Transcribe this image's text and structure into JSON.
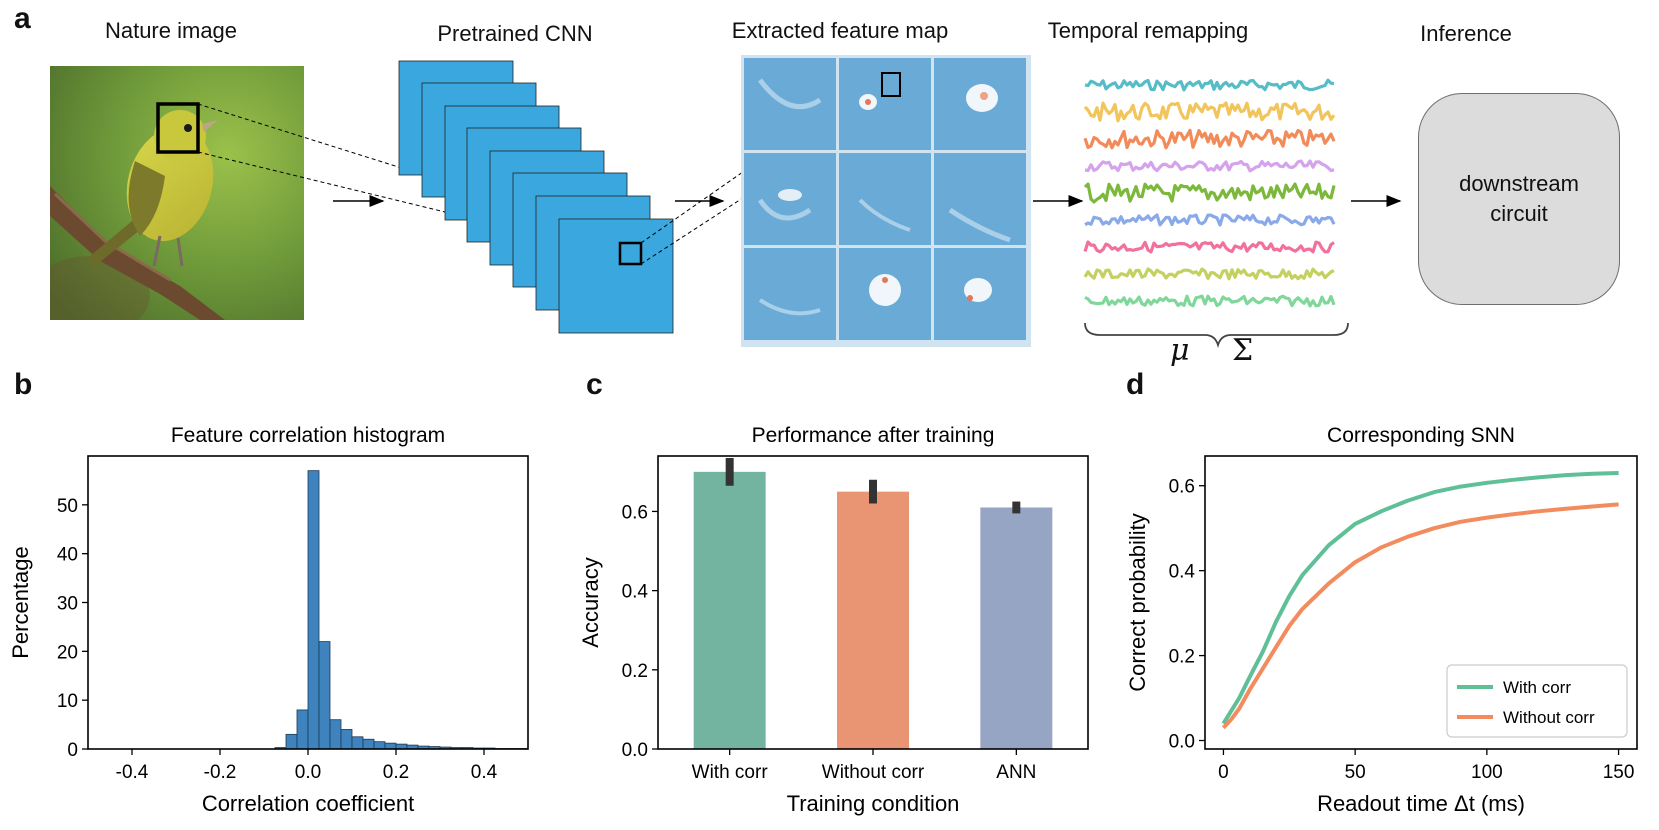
{
  "panel_a": {
    "letter": "a",
    "stages": {
      "nature_image": "Nature image",
      "pretrained_cnn": "Pretrained CNN",
      "extracted_feature_map": "Extracted feature map",
      "temporal_remapping": "Temporal remapping",
      "inference": "Inference"
    },
    "downstream_line1": "downstream",
    "downstream_line2": "circuit",
    "mu_symbol": "μ",
    "sigma_symbol": "Σ",
    "trace_colors": [
      "#56bcc7",
      "#f2c55c",
      "#f28b5a",
      "#d4a3ec",
      "#7cb83c",
      "#8aa9ea",
      "#f2719b",
      "#c3d160",
      "#7fd89a"
    ]
  },
  "chart_data": [
    {
      "panel": "b",
      "type": "bar",
      "title": "Feature correlation histogram",
      "xlabel": "Correlation coefficient",
      "ylabel": "Percentage",
      "xlim": [
        -0.5,
        0.5
      ],
      "ylim": [
        0,
        60
      ],
      "xticks": [
        "-0.4",
        "-0.2",
        "0.0",
        "0.2",
        "0.4"
      ],
      "yticks": [
        "0",
        "10",
        "20",
        "30",
        "40",
        "50"
      ],
      "bin_edges": [
        -0.075,
        -0.05,
        -0.025,
        0.0,
        0.025,
        0.05,
        0.075,
        0.1,
        0.125,
        0.15,
        0.175,
        0.2,
        0.225,
        0.25,
        0.275,
        0.3,
        0.325,
        0.35,
        0.375,
        0.4,
        0.425,
        0.45,
        0.475,
        0.5
      ],
      "values": [
        0.3,
        3,
        8,
        57,
        22,
        6,
        4,
        2.5,
        2,
        1.5,
        1.2,
        1,
        0.8,
        0.6,
        0.5,
        0.4,
        0.3,
        0.3,
        0.2,
        0.2,
        0.1,
        0.1,
        0.1
      ],
      "color": "#3e83bd"
    },
    {
      "panel": "c",
      "type": "bar",
      "title": "Performance after training",
      "xlabel": "Training condition",
      "ylabel": "Accuracy",
      "ylim": [
        0,
        0.74
      ],
      "yticks": [
        "0.0",
        "0.2",
        "0.4",
        "0.6"
      ],
      "categories": [
        "With corr",
        "Without corr",
        "ANN"
      ],
      "values": [
        0.7,
        0.65,
        0.61
      ],
      "errors": [
        0.035,
        0.03,
        0.015
      ],
      "colors": [
        "#73b4a0",
        "#e99574",
        "#96a5c3"
      ]
    },
    {
      "panel": "d",
      "type": "line",
      "title": "Corresponding SNN",
      "xlabel": "Readout time Δt (ms)",
      "ylabel": "Correct probability",
      "xlim": [
        -7,
        157
      ],
      "ylim": [
        -0.02,
        0.67
      ],
      "xticks": [
        "0",
        "50",
        "100",
        "150"
      ],
      "yticks": [
        "0.0",
        "0.2",
        "0.4",
        "0.6"
      ],
      "legend_position": "lower-right",
      "series": [
        {
          "name": "With corr",
          "color": "#5fbf97",
          "x": [
            0,
            3,
            6,
            10,
            15,
            20,
            25,
            30,
            40,
            50,
            60,
            70,
            80,
            90,
            100,
            110,
            120,
            130,
            140,
            150
          ],
          "y": [
            0.04,
            0.07,
            0.1,
            0.15,
            0.21,
            0.28,
            0.34,
            0.39,
            0.46,
            0.51,
            0.54,
            0.565,
            0.585,
            0.598,
            0.607,
            0.614,
            0.62,
            0.625,
            0.628,
            0.63
          ]
        },
        {
          "name": "Without corr",
          "color": "#f28c5f",
          "x": [
            0,
            3,
            6,
            10,
            15,
            20,
            25,
            30,
            40,
            50,
            60,
            70,
            80,
            90,
            100,
            110,
            120,
            130,
            140,
            150
          ],
          "y": [
            0.03,
            0.05,
            0.075,
            0.12,
            0.17,
            0.22,
            0.27,
            0.31,
            0.37,
            0.42,
            0.455,
            0.48,
            0.5,
            0.515,
            0.525,
            0.533,
            0.54,
            0.546,
            0.551,
            0.556
          ]
        }
      ]
    }
  ],
  "panel_letters": {
    "b": "b",
    "c": "c",
    "d": "d"
  }
}
